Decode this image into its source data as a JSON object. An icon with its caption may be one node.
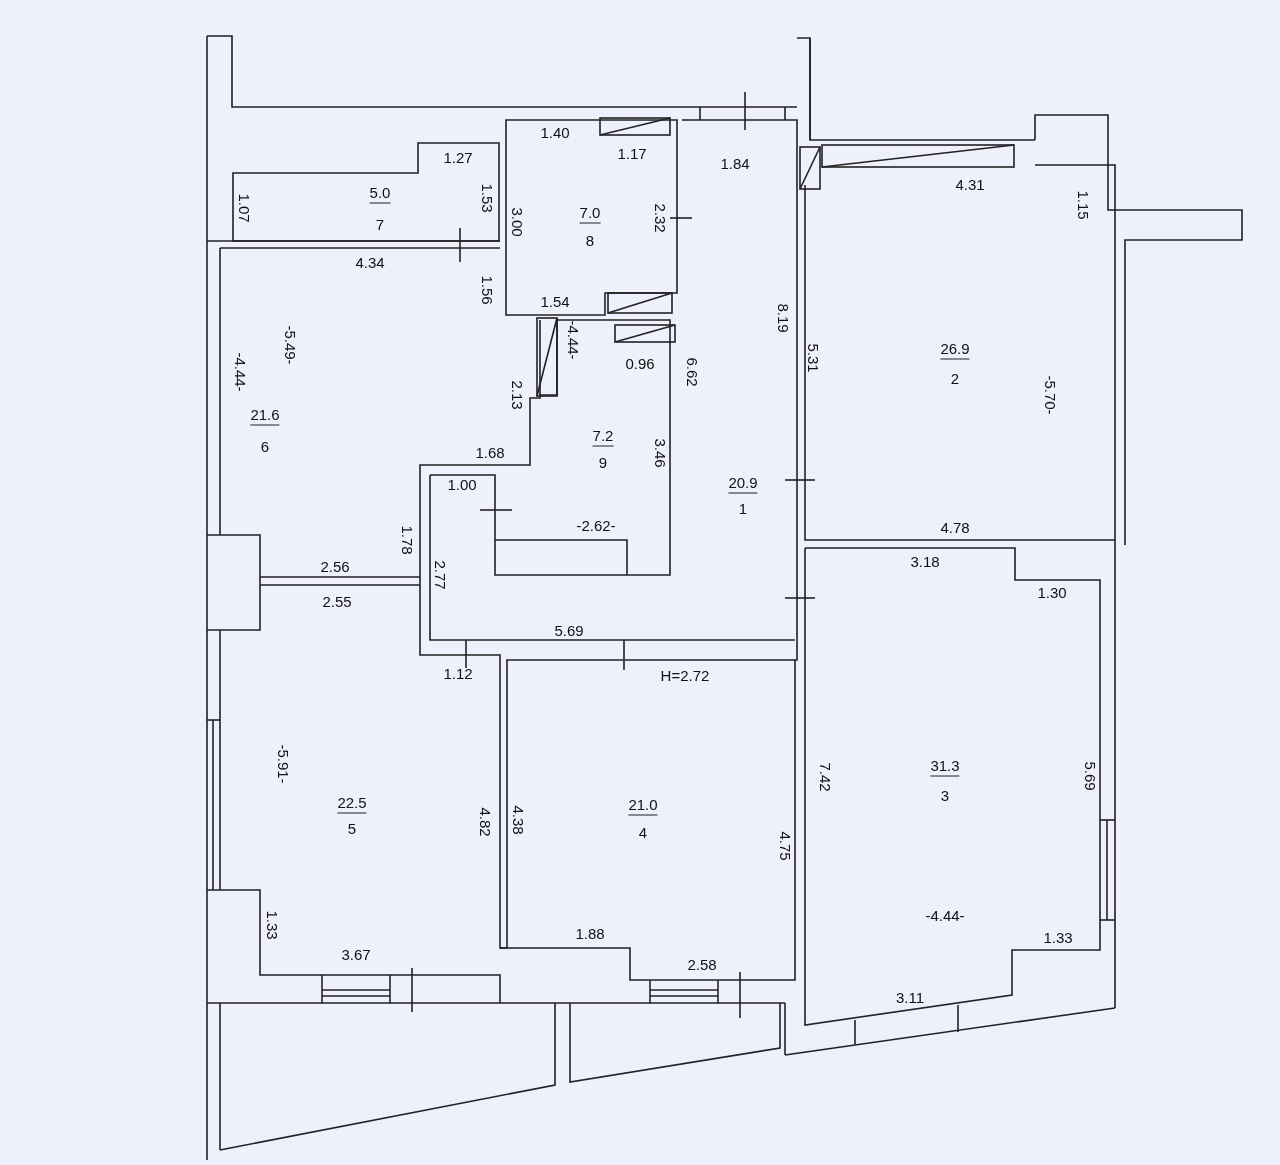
{
  "diagram": {
    "labels": [
      "1.40",
      "1.27",
      "1.17",
      "1.84",
      "4.31",
      "1.07",
      "5.0",
      "7",
      "1.53",
      "3.00",
      "7.0",
      "8",
      "2.32",
      "1.15",
      "4.34",
      "1.56",
      "1.54",
      "8.19",
      "-5.49-",
      "-4.44-",
      "0.96",
      "5.31",
      "26.9",
      "2",
      "-5.70-",
      "-4.44-",
      "6.62",
      "2.13",
      "21.6",
      "6",
      "7.2",
      "9",
      "3.46",
      "1.68",
      "20.9",
      "1",
      "1.00",
      "1.78",
      "-2.62-",
      "4.78",
      "3.18",
      "2.56",
      "2.77",
      "1.30",
      "2.55",
      "5.69",
      "1.12",
      "H=2.72",
      "-5.91-",
      "7.42",
      "31.3",
      "3",
      "5.69",
      "22.5",
      "5",
      "4.82",
      "4.38",
      "21.0",
      "4",
      "4.75",
      "-4.44-",
      "1.33",
      "1.88",
      "1.33",
      "3.67",
      "2.58",
      "3.11"
    ]
  }
}
